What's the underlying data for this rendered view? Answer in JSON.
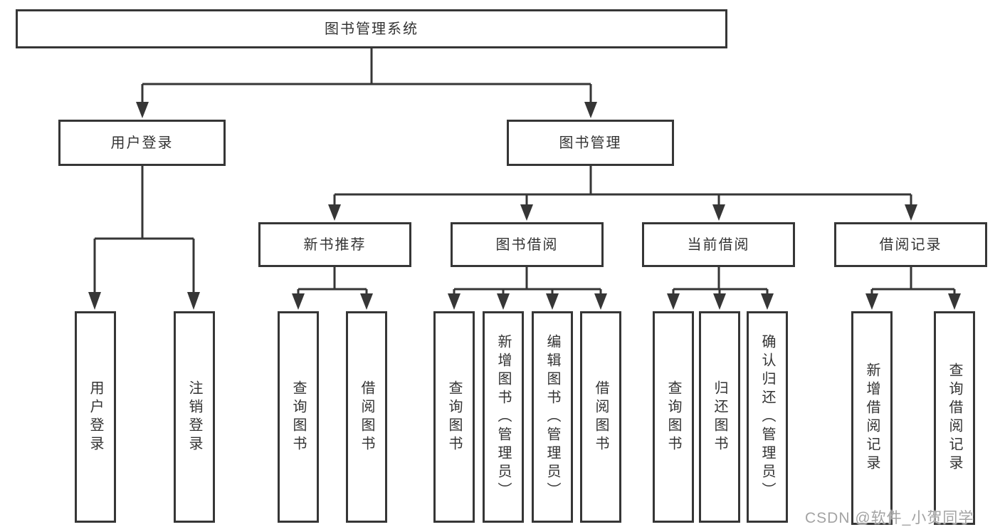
{
  "diagram_title": "图书管理系统",
  "tree": {
    "root": {
      "label": "图书管理系统",
      "children": [
        {
          "label": "用户登录",
          "children": [
            {
              "label": "用户登录"
            },
            {
              "label": "注销登录"
            }
          ]
        },
        {
          "label": "图书管理",
          "children": [
            {
              "label": "新书推荐",
              "children": [
                {
                  "label": "查询图书"
                },
                {
                  "label": "借阅图书"
                }
              ]
            },
            {
              "label": "图书借阅",
              "children": [
                {
                  "label": "查询图书"
                },
                {
                  "label": "新增图书（管理员）"
                },
                {
                  "label": "编辑图书（管理员）"
                },
                {
                  "label": "借阅图书"
                }
              ]
            },
            {
              "label": "当前借阅",
              "children": [
                {
                  "label": "查询图书"
                },
                {
                  "label": "归还图书"
                },
                {
                  "label": "确认归还（管理员）"
                }
              ]
            },
            {
              "label": "借阅记录",
              "children": [
                {
                  "label": "新增借阅记录"
                },
                {
                  "label": "查询借阅记录"
                }
              ]
            }
          ]
        }
      ]
    }
  },
  "watermark": {
    "text": "CSDN @软件_小贺同学"
  },
  "colors": {
    "line": "#363636",
    "text": "#333333",
    "watermark": "#a3a3a3",
    "background": "#ffffff"
  }
}
